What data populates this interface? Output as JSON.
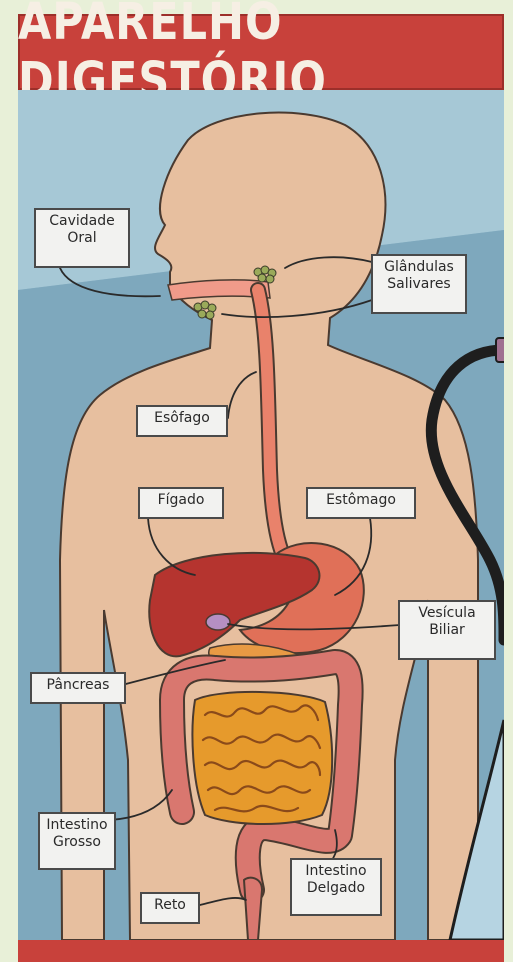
{
  "title": "APARELHO DIGESTÓRIO",
  "labels": {
    "cavidade_oral": "Cavidade\nOral",
    "glandulas_salivares": "Glândulas\nSalivares",
    "esofago": "Esôfago",
    "figado": "Fígado",
    "estomago": "Estômago",
    "vesicula_biliar": "Vesícula\nBiliar",
    "pancreas": "Pâncreas",
    "intestino_grosso": "Intestino\nGrosso",
    "intestino_delgado": "Intestino\nDelgado",
    "reto": "Reto"
  },
  "colors": {
    "header": "#c8413b",
    "panel": "#8fb6c9",
    "skin": "#e7bf9f",
    "liver": "#b5342f",
    "stomach": "#e07058",
    "small_intestine": "#e69a2c",
    "large_intestine": "#d9776f",
    "gallbladder": "#b58fc2",
    "pancreas": "#e89a44"
  }
}
